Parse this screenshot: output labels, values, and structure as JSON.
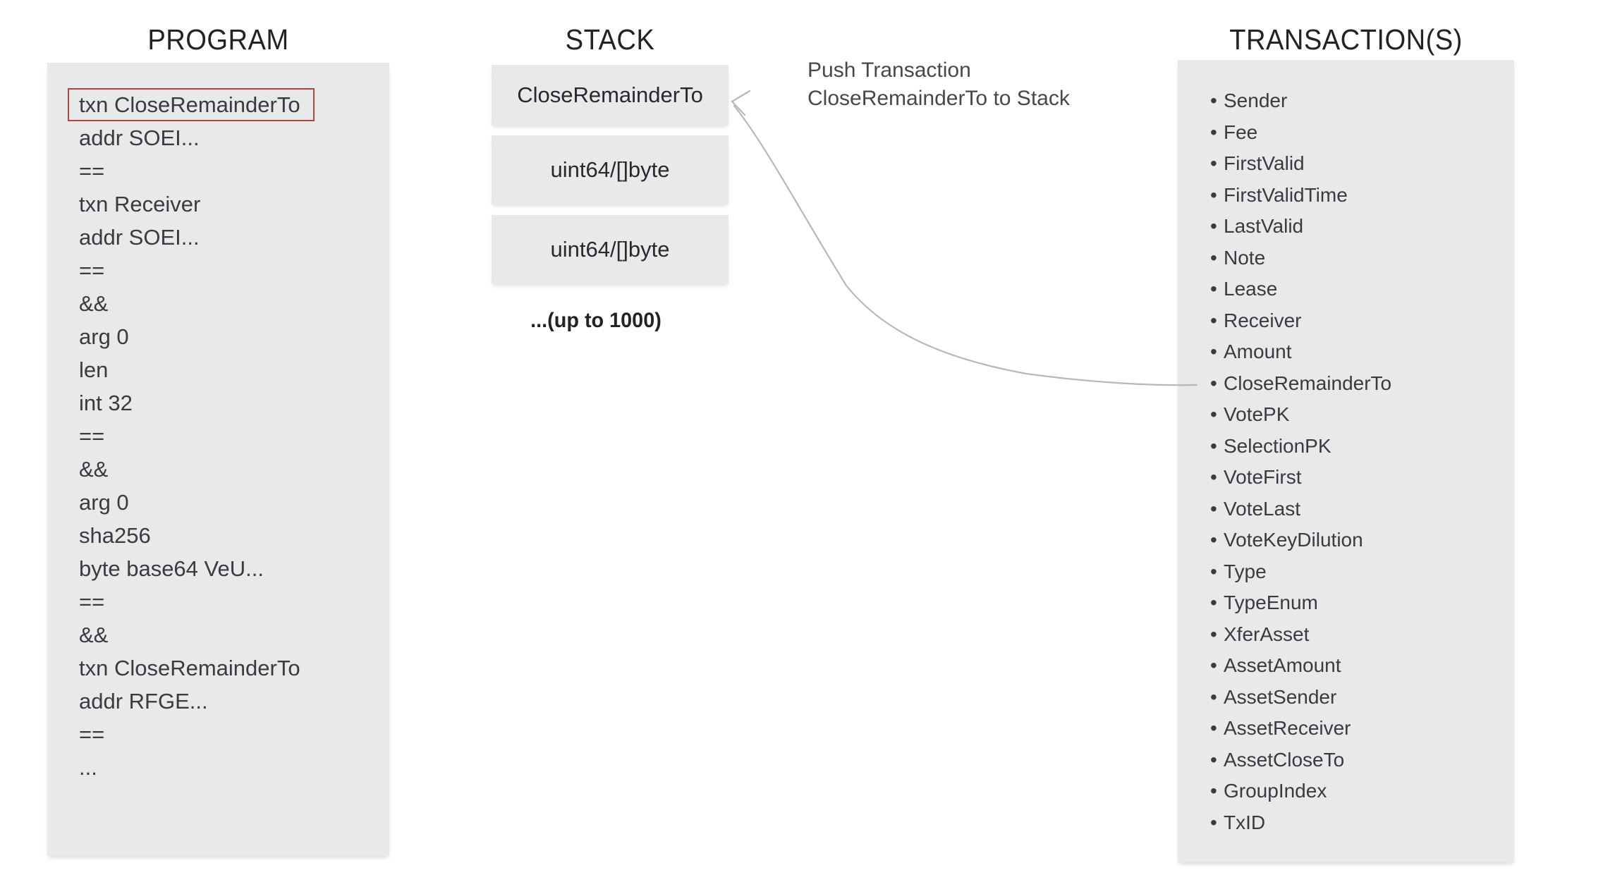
{
  "diagram": {
    "program": {
      "title": "PROGRAM",
      "highlighted_line_index": 0,
      "lines": [
        "txn CloseRemainderTo",
        "addr SOEI...",
        "==",
        "txn Receiver",
        "addr SOEI...",
        "==",
        "&&",
        "arg 0",
        "len",
        "int 32",
        "==",
        "&&",
        "arg 0",
        "sha256",
        "byte base64 VeU...",
        "==",
        "&&",
        "txn CloseRemainderTo",
        "addr RFGE...",
        "==",
        "..."
      ]
    },
    "stack": {
      "title": "STACK",
      "slots": [
        "CloseRemainderTo",
        "uint64/[]byte",
        "uint64/[]byte"
      ],
      "capacity_note": "...(up to 1000)"
    },
    "transactions": {
      "title": "TRANSACTION(S)",
      "fields": [
        "Sender",
        "Fee",
        "FirstValid",
        "FirstValidTime",
        "LastValid",
        "Note",
        "Lease",
        "Receiver",
        "Amount",
        "CloseRemainderTo",
        "VotePK",
        "SelectionPK",
        "VoteFirst",
        "VoteLast",
        "VoteKeyDilution",
        "Type",
        "TypeEnum",
        "XferAsset",
        "AssetAmount",
        "AssetSender",
        "AssetReceiver",
        "AssetCloseTo",
        "GroupIndex",
        "TxID"
      ]
    },
    "annotation": {
      "line1": "Push Transaction",
      "line2": "CloseRemainderTo to Stack"
    },
    "colors": {
      "panel_bg": "#e8e9eb",
      "highlight_border": "#b5433c",
      "arrow": "#b8b8b6",
      "title_text": "#232327",
      "body_text": "#3b3b3f",
      "annotation_text": "#48484c"
    }
  }
}
